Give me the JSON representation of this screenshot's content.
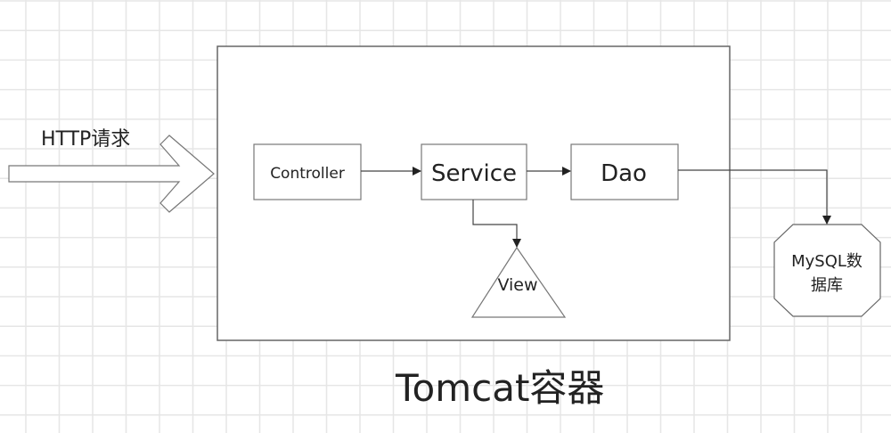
{
  "diagram": {
    "title": "Tomcat容器",
    "input_arrow_label": "HTTP请求",
    "nodes": {
      "controller": "Controller",
      "service": "Service",
      "dao": "Dao",
      "view": "View",
      "database_line1": "MySQL数",
      "database_line2": "据库"
    },
    "edges": [
      {
        "from": "controller",
        "to": "service"
      },
      {
        "from": "service",
        "to": "dao"
      },
      {
        "from": "service",
        "to": "view"
      },
      {
        "from": "dao",
        "to": "database"
      }
    ],
    "colors": {
      "stroke": "#555555",
      "grid": "#e6e6e6",
      "text": "#222222",
      "background": "#ffffff"
    }
  }
}
